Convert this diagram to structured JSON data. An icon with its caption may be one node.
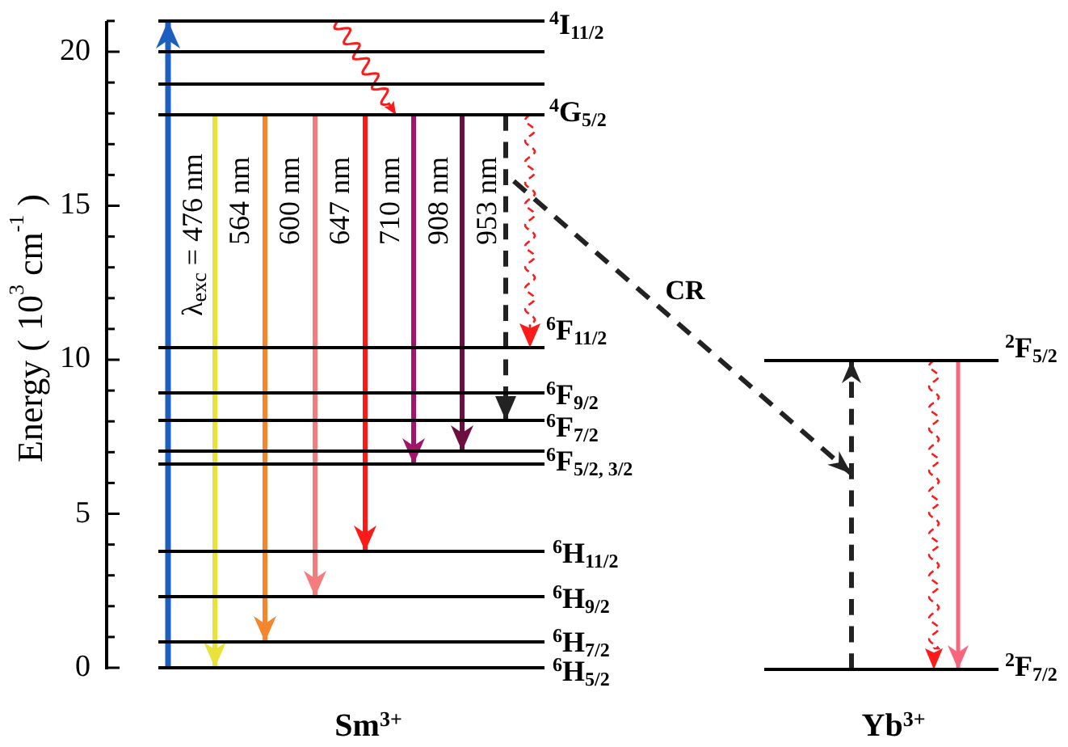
{
  "diagram": {
    "nodes": [
      {
        "text": [
          "$^{4}$I$_{11/2}$"
        ]
      },
      {
        "text": [],
        "shape": "bar"
      },
      {
        "text": [],
        "shape": "bar"
      },
      {
        "text": [
          "$^{4}$G$_{5/2}$"
        ]
      },
      {
        "text": [
          "$^{6}$F$_{11/2}$"
        ]
      },
      {
        "text": [
          "$^{6}$F$_{9/2}$"
        ]
      },
      {
        "text": [
          "$^{6}$F$_{7/2}$"
        ]
      },
      {
        "text": [
          "$^{6}$F$_{5/2, 3/2}$"
        ]
      },
      {
        "text": [
          "$^{6}$H$_{11/2}$"
        ]
      },
      {
        "text": [
          "$^{6}$H$_{9/2}$"
        ]
      },
      {
        "text": [
          "$^{6}$H$_{7/2}$"
        ]
      },
      {
        "text": [
          "$^{6}$H$_{5/2}$"
        ]
      },
      {
        "text": [
          "$^{2}$F$_{5/2}$"
        ]
      },
      {
        "text": [
          "$^{2}$F$_{7/2}$"
        ]
      }
    ],
    "edges": [
      {
        "from": 11,
        "to": 0,
        "arrow": "to",
        "label": "λ$_{exc}$ = 476 nm",
        "color": "#1c5fbf"
      },
      {
        "from": 3,
        "to": 11,
        "arrow": "to",
        "label": "564 nm",
        "color": "#e8e23a"
      },
      {
        "from": 3,
        "to": 10,
        "arrow": "to",
        "label": "600 nm",
        "color": "#f5862e"
      },
      {
        "from": 3,
        "to": 9,
        "arrow": "to",
        "label": "647 nm",
        "color": "#f57c7c"
      },
      {
        "from": 3,
        "to": 8,
        "arrow": "to",
        "label": "710 nm",
        "color": "#ff1a1a"
      },
      {
        "from": 3,
        "to": 7,
        "arrow": "to",
        "label": "908 nm",
        "color": "#a1166a"
      },
      {
        "from": 3,
        "to": 7,
        "arrow": "to",
        "label": "953 nm",
        "color": "#6c0f40"
      },
      {
        "from": 0,
        "to": 3,
        "arrow": "to",
        "color": "#ff1a1a"
      },
      {
        "from": 3,
        "to": 6,
        "arrow": "to",
        "style": "dashed",
        "color": "#222222"
      },
      {
        "from": 3,
        "to": 4,
        "arrow": "to",
        "style": "dashed",
        "color": "#ff1a1a"
      },
      {
        "from": 13,
        "to": 12,
        "arrow": "to",
        "style": "dashed",
        "color": "#222222"
      },
      {
        "from": 12,
        "to": 13,
        "arrow": "to",
        "style": "dashed",
        "color": "#ff1a1a"
      },
      {
        "from": 12,
        "to": 13,
        "arrow": "to",
        "color": "#f7667c"
      }
    ],
    "labels": [
      "20",
      "15",
      "10",
      "5",
      "0",
      "Energy ( 10$^{3}$ cm$^{-1}$ )",
      "CR",
      "Sm$^{3+}$",
      "Yb$^{3+}$"
    ]
  }
}
